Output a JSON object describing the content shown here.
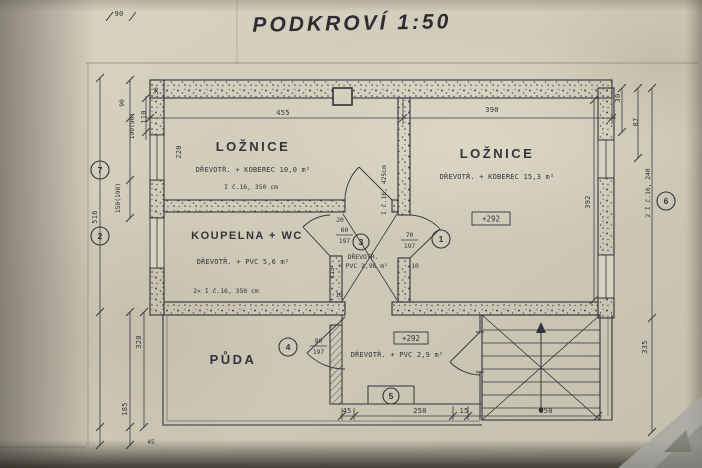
{
  "title": "PODKROVÍ 1:50",
  "colors": {
    "paper": "#cfc9b7",
    "ink": "#32333c"
  },
  "rooms": {
    "bedroom_left": {
      "name": "LOŽNICE",
      "floor": "DŘEVOTŘ. + KOBEREC 10,0 m²",
      "beam": "I č.16, 350 cm"
    },
    "bedroom_right": {
      "name": "LOŽNICE",
      "floor": "DŘEVOTŘ. + KOBEREC 15,3 m²",
      "level": "+292"
    },
    "bathroom": {
      "name": "KOUPELNA + WC",
      "floor": "DŘEVOTŘ. + PVC 5,6 m²",
      "beam": "2× I č.16, 350 cm"
    },
    "hall": {
      "floor_line1": "DŘEVOTŘ.",
      "floor_line2": "+ PVC 2,96 m²"
    },
    "attic": {
      "name": "PŮDA"
    },
    "landing": {
      "floor": "DŘEVOTŘ. + PVC 2,9 m²",
      "level": "+292"
    }
  },
  "beams": {
    "vertical": "I č.16, 425cm"
  },
  "dims": {
    "top_a": "455",
    "top_b": "390",
    "left_110": "110",
    "win_220": "220",
    "right_30": "30",
    "right_87": "87",
    "right_beam": "2 I č.16, 240",
    "right_392": "392",
    "right_335": "335",
    "left_516": "516",
    "left_320": "320",
    "left_185": "185",
    "left_90": "90",
    "left_190_90": "190(90)",
    "left_150_190": "150(190)",
    "margin_90": "90",
    "corner_30": "30",
    "bottom_45": "45",
    "bottom_250a": "250",
    "bottom_15": "15",
    "bottom_250b": "250",
    "left_45": "45",
    "door_a_w": "60",
    "door_a_h": "197",
    "door_b_w": "70",
    "door_b_h": "197",
    "door_c_w": "80",
    "door_c_h": "197",
    "hall_115": "115",
    "hall_10": "10",
    "hall_20": "20",
    "hall_10b": "10"
  },
  "markers": {
    "m1": "1",
    "m2": "2",
    "m3": "3",
    "m4": "4",
    "m5": "5",
    "m6": "6",
    "m7": "7"
  }
}
